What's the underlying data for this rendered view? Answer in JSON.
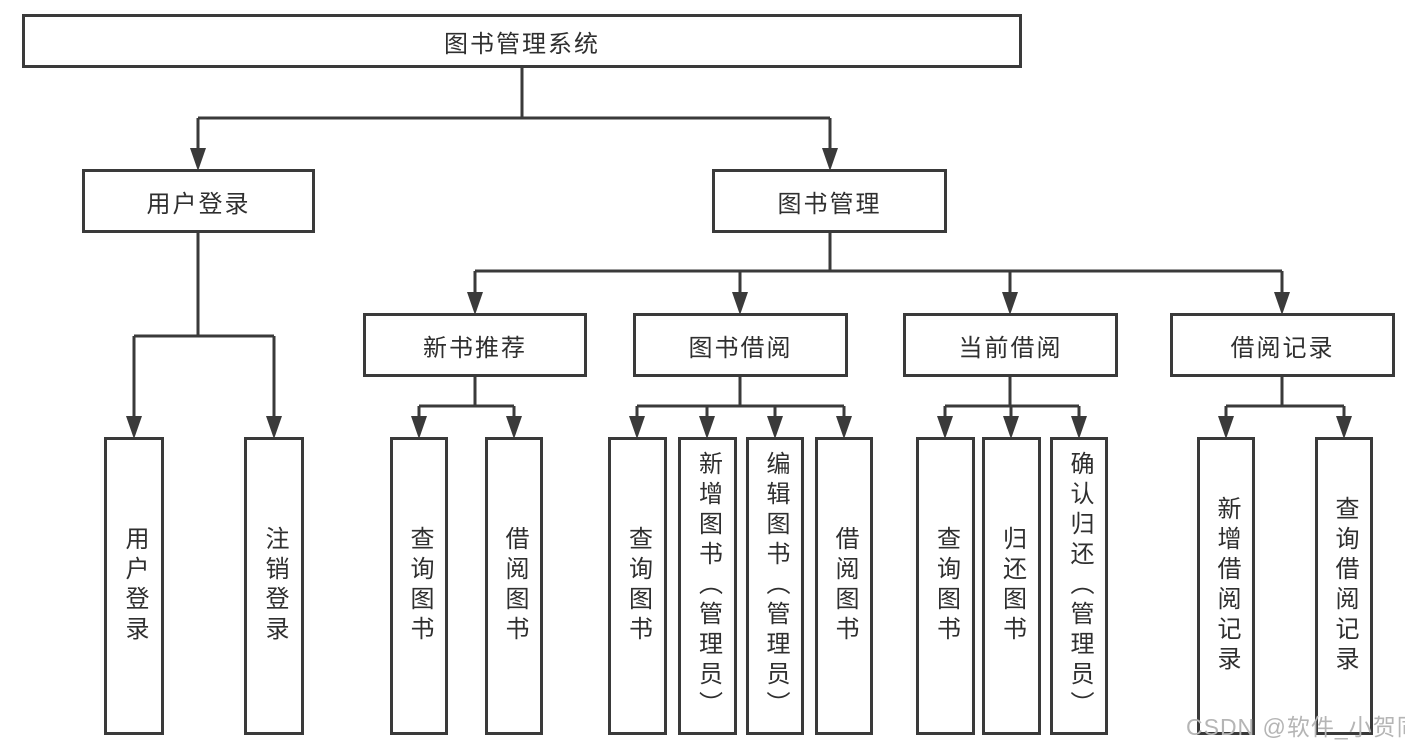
{
  "diagram": {
    "type": "tree",
    "title": "图书管理系统",
    "colors": {
      "line": "#3a3a3a",
      "border": "#3a3a3a",
      "text": "#2f2f2f",
      "background": "#ffffff",
      "watermark": "#b5b5b5"
    },
    "structure": {
      "图书管理系统": {
        "用户登录": [
          "用户登录",
          "注销登录"
        ],
        "图书管理": {
          "新书推荐": [
            "查询图书",
            "借阅图书"
          ],
          "图书借阅": [
            "查询图书",
            "新增图书（管理员）",
            "编辑图书（管理员）",
            "借阅图书"
          ],
          "当前借阅": [
            "查询图书",
            "归还图书",
            "确认归还（管理员）"
          ],
          "借阅记录": [
            "新增借阅记录",
            "查询借阅记录"
          ]
        }
      }
    }
  },
  "nodes": [
    {
      "id": "root",
      "label": "图书管理系统"
    },
    {
      "id": "user-login",
      "label": "用户登录"
    },
    {
      "id": "book-management",
      "label": "图书管理"
    },
    {
      "id": "new-book-recommend",
      "label": "新书推荐"
    },
    {
      "id": "book-borrow",
      "label": "图书借阅"
    },
    {
      "id": "current-borrow",
      "label": "当前借阅"
    },
    {
      "id": "borrow-records",
      "label": "借阅记录"
    },
    {
      "id": "leaf-user-login",
      "label": "用户登录"
    },
    {
      "id": "leaf-logout",
      "label": "注销登录"
    },
    {
      "id": "leaf-query-books-a",
      "label": "查询图书"
    },
    {
      "id": "leaf-borrow-books-a",
      "label": "借阅图书"
    },
    {
      "id": "leaf-query-books-b",
      "label": "查询图书"
    },
    {
      "id": "leaf-add-books",
      "label": "新增图书（管理员）"
    },
    {
      "id": "leaf-edit-books",
      "label": "编辑图书（管理员）"
    },
    {
      "id": "leaf-borrow-books-b",
      "label": "借阅图书"
    },
    {
      "id": "leaf-query-books-c",
      "label": "查询图书"
    },
    {
      "id": "leaf-return-books",
      "label": "归还图书"
    },
    {
      "id": "leaf-confirm-return",
      "label": "确认归还（管理员）"
    },
    {
      "id": "leaf-add-borrow-record",
      "label": "新增借阅记录"
    },
    {
      "id": "leaf-query-borrow-record",
      "label": "查询借阅记录"
    }
  ],
  "watermark": {
    "text": "CSDN @软件_小贺同学"
  }
}
